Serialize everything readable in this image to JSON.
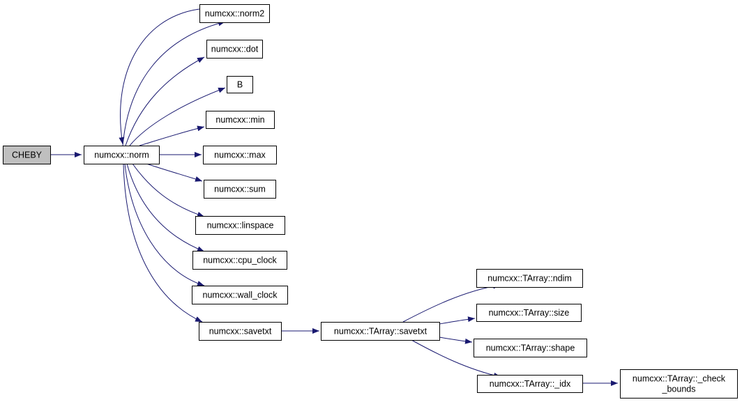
{
  "graph": {
    "colors": {
      "edge": "#191970",
      "node_border": "#000000",
      "root_fill": "#bfbfbf",
      "node_fill": "#ffffff"
    },
    "nodes": [
      {
        "id": "cheby",
        "lines": [
          "CHEBY"
        ],
        "root": true
      },
      {
        "id": "norm",
        "lines": [
          "numcxx::norm"
        ]
      },
      {
        "id": "norm2",
        "lines": [
          "numcxx::norm2"
        ]
      },
      {
        "id": "dot",
        "lines": [
          "numcxx::dot"
        ]
      },
      {
        "id": "b",
        "lines": [
          "B"
        ]
      },
      {
        "id": "min",
        "lines": [
          "numcxx::min"
        ]
      },
      {
        "id": "max",
        "lines": [
          "numcxx::max"
        ]
      },
      {
        "id": "sum",
        "lines": [
          "numcxx::sum"
        ]
      },
      {
        "id": "linspace",
        "lines": [
          "numcxx::linspace"
        ]
      },
      {
        "id": "cpu_clock",
        "lines": [
          "numcxx::cpu_clock"
        ]
      },
      {
        "id": "wall_clock",
        "lines": [
          "numcxx::wall_clock"
        ]
      },
      {
        "id": "savetxt",
        "lines": [
          "numcxx::savetxt"
        ]
      },
      {
        "id": "ta_savetxt",
        "lines": [
          "numcxx::TArray::savetxt"
        ]
      },
      {
        "id": "ta_ndim",
        "lines": [
          "numcxx::TArray::ndim"
        ]
      },
      {
        "id": "ta_size",
        "lines": [
          "numcxx::TArray::size"
        ]
      },
      {
        "id": "ta_shape",
        "lines": [
          "numcxx::TArray::shape"
        ]
      },
      {
        "id": "ta_idx",
        "lines": [
          "numcxx::TArray::_idx"
        ]
      },
      {
        "id": "ta_check_bounds",
        "lines": [
          "numcxx::TArray::_check",
          "_bounds"
        ]
      }
    ],
    "edges": [
      {
        "from": "cheby",
        "to": "norm"
      },
      {
        "from": "norm",
        "to": "norm2"
      },
      {
        "from": "norm",
        "to": "dot"
      },
      {
        "from": "norm",
        "to": "b"
      },
      {
        "from": "norm",
        "to": "min"
      },
      {
        "from": "norm",
        "to": "max"
      },
      {
        "from": "norm",
        "to": "sum"
      },
      {
        "from": "norm",
        "to": "linspace"
      },
      {
        "from": "norm",
        "to": "cpu_clock"
      },
      {
        "from": "norm",
        "to": "wall_clock"
      },
      {
        "from": "norm",
        "to": "savetxt"
      },
      {
        "from": "norm2",
        "to": "norm"
      },
      {
        "from": "savetxt",
        "to": "ta_savetxt"
      },
      {
        "from": "ta_savetxt",
        "to": "ta_ndim"
      },
      {
        "from": "ta_savetxt",
        "to": "ta_size"
      },
      {
        "from": "ta_savetxt",
        "to": "ta_shape"
      },
      {
        "from": "ta_savetxt",
        "to": "ta_idx"
      },
      {
        "from": "ta_idx",
        "to": "ta_check_bounds"
      }
    ]
  }
}
